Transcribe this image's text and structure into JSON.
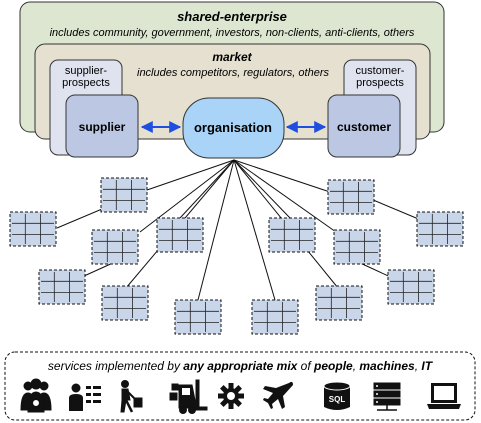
{
  "shared_enterprise": {
    "title": "shared-enterprise",
    "subtitle": "includes community, government, investors, non-clients, anti-clients, others"
  },
  "market": {
    "title": "market",
    "subtitle": "includes competitors, regulators, others"
  },
  "supplier_prospects": {
    "label_line1": "supplier-",
    "label_line2": "prospects"
  },
  "customer_prospects": {
    "label_line1": "customer-",
    "label_line2": "prospects"
  },
  "supplier": {
    "label": "supplier"
  },
  "organisation": {
    "label": "organisation"
  },
  "customer": {
    "label": "customer"
  },
  "services": {
    "caption_part1": "services implemented by ",
    "caption_part2": "any appropriate mix",
    "caption_part3": " of ",
    "caption_people": "people",
    "caption_sep1": ", ",
    "caption_machines": "machines",
    "caption_sep2": ", ",
    "caption_it": "IT",
    "icons": [
      "people-group-icon",
      "presenter-list-icon",
      "delivery-person-icon",
      "forklift-icon",
      "gear-icon",
      "airplane-icon",
      "sql-database-icon",
      "server-rack-icon",
      "laptop-icon"
    ]
  },
  "colors": {
    "shared_enterprise_fill": "#dde6d0",
    "market_fill": "#e5e0cf",
    "prospects_fill": "#dfe3f0",
    "actor_fill": "#bcc8e3",
    "organisation_fill": "#a9d4f8",
    "service_fill": "#c9d6ea",
    "arrow_blue": "#1f4fe0"
  }
}
